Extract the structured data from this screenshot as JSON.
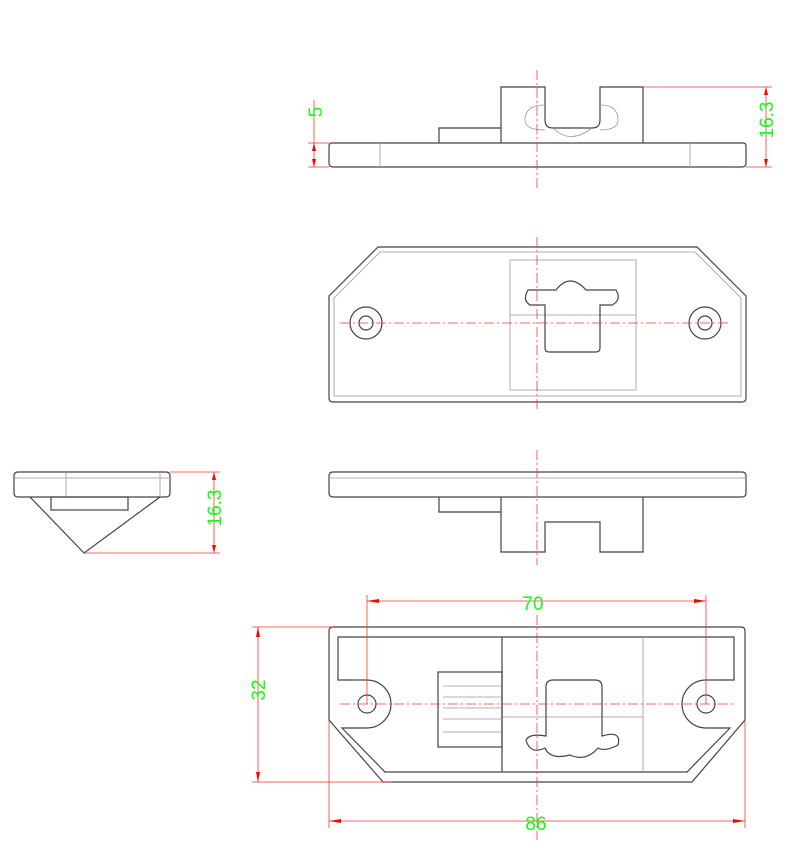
{
  "title": "Latch technical drawing",
  "dimensions": {
    "front_thickness": "5",
    "front_height": "16.3",
    "side_height": "16.3",
    "hole_spacing": "70",
    "width": "32",
    "length": "86"
  },
  "colors": {
    "outline": "#444444",
    "dimension_line": "#ff3333",
    "dimension_text": "#22ee22"
  }
}
